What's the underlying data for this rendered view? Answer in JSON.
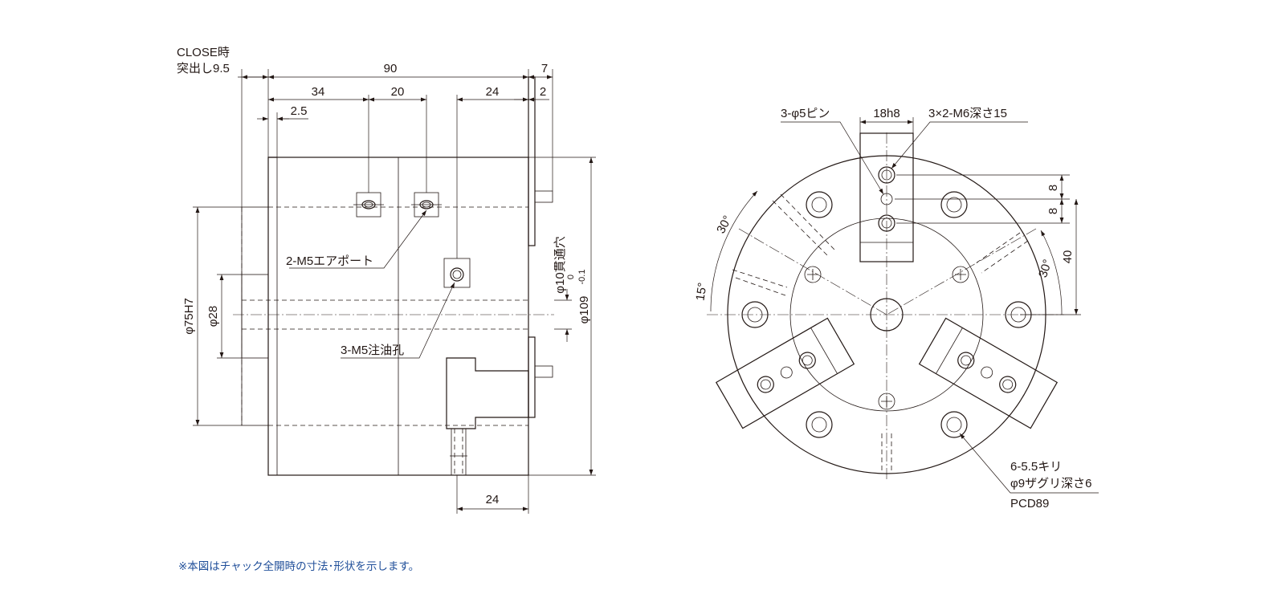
{
  "labels": {
    "close_line1": "CLOSE時",
    "close_line2": "突出し9.5",
    "dim_90": "90",
    "dim_7": "7",
    "dim_34": "34",
    "dim_20": "20",
    "dim_24_top": "24",
    "dim_2": "2",
    "dim_2_5": "2.5",
    "air_port": "2-M5エアポート",
    "oil_hole": "3-M5注油孔",
    "dim_24_bottom": "24",
    "phi75": "φ75H7",
    "phi28": "φ28",
    "phi10": "φ10貫通穴",
    "phi109": "φ109",
    "tol_upper": "0",
    "tol_lower": "-0.1",
    "pin": "3-φ5ピン",
    "dim_18h8": "18h8",
    "tap": "3×2-M6深さ15",
    "dim_8a": "8",
    "dim_8b": "8",
    "dim_40": "40",
    "ang30_left": "30°",
    "ang15": "15°",
    "ang30_right": "30°",
    "holes_line1": "6-5.5キリ",
    "holes_line2": "φ9ザグリ深さ6",
    "pcd": "PCD89"
  },
  "note": "※本図はチャック全開時の寸法･形状を示します。",
  "colors": {
    "line": "#231815",
    "note_text": "#1f4e99"
  }
}
